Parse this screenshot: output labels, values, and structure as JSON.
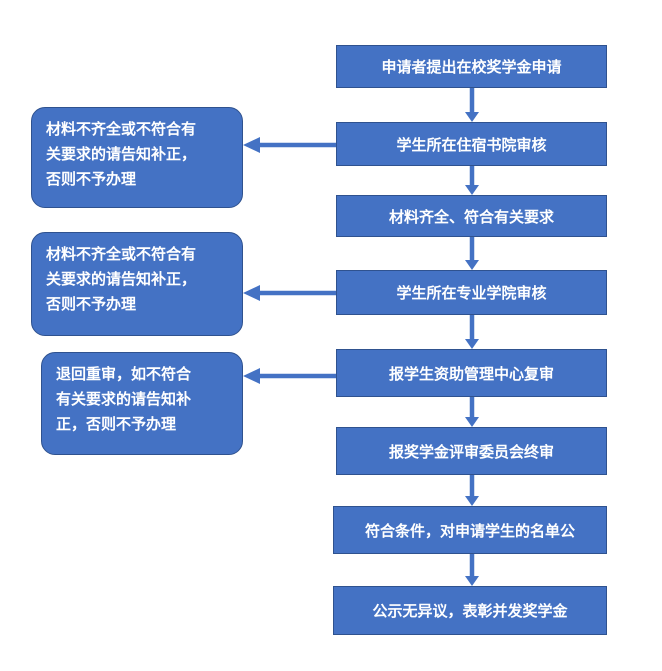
{
  "diagram": {
    "colors": {
      "box_fill": "#4472c4",
      "box_border": "#2f528f",
      "arrow": "#4472c4",
      "text": "#ffffff",
      "background": "#ffffff"
    },
    "steps": [
      "申请者提出在校奖学金申请",
      "学生所在住宿书院审核",
      "材料齐全、符合有关要求",
      "学生所在专业学院审核",
      "报学生资助管理中心复审",
      "报奖学金评审委员会终审",
      "符合条件，对申请学生的名单公",
      "公示无异议，表彰并发奖学金"
    ],
    "notes": [
      [
        "材料不齐全或不符合有",
        "关要求的请告知补正，",
        "否则不予办理"
      ],
      [
        "材料不齐全或不符合有",
        "关要求的请告知补正，",
        "否则不予办理"
      ],
      [
        "退回重审，如不符合",
        "有关要求的请告知补",
        "正，否则不予办理"
      ]
    ]
  }
}
